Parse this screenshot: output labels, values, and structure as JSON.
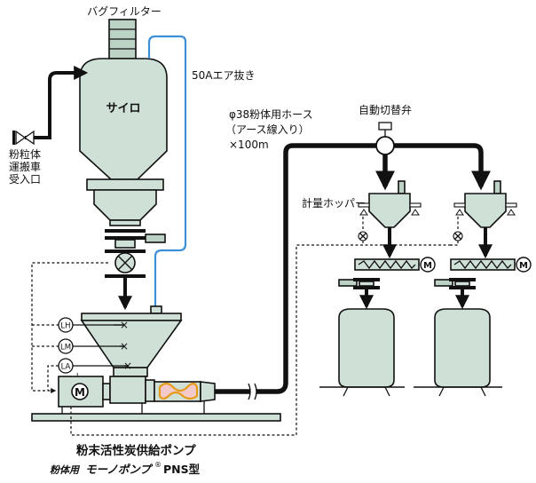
{
  "labels": {
    "bag_filter": "バグフィルター",
    "silo": "サイロ",
    "air_vent": "50Aエア抜き",
    "receiving_port_line1": "粉粒体",
    "receiving_port_line2": "運搬車",
    "receiving_port_line3": "受入口",
    "hose_line1": "φ38粉体用ホース",
    "hose_line2": "（アース線入り）",
    "hose_line3": "×100m",
    "auto_switch_valve": "自動切替弁",
    "weighing_hopper": "計量ホッパー",
    "motor_symbol": "M",
    "level_high": "LH",
    "level_mid": "LM",
    "level_low": "LA",
    "level_low_sub": "L",
    "cross_mark": "×",
    "title_main": "粉末活性炭供給ポンプ",
    "title_sub_prefix": "粉体用",
    "title_sub_brand": "モーノポンプ",
    "title_sub_reg": "®",
    "title_sub_model": "PNS型"
  },
  "colors": {
    "equipment_fill": "#cfe0d6",
    "air_line": "#3d8fd6",
    "rotor_fill": "#f4c9c9",
    "rotor_line": "#e59a1a"
  }
}
